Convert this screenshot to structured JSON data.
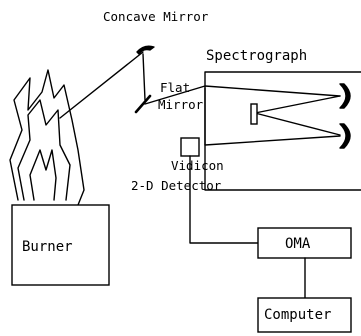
{
  "labels": {
    "concave_mirror": "Concave Mirror",
    "spectrograph": "Spectrograph",
    "flat_mirror_1": "Flat",
    "flat_mirror_2": "Mirror",
    "vidicon": "Vidicon",
    "detector": "2-D Detector",
    "burner": "Burner",
    "oma": "OMA",
    "computer": "Computer"
  }
}
